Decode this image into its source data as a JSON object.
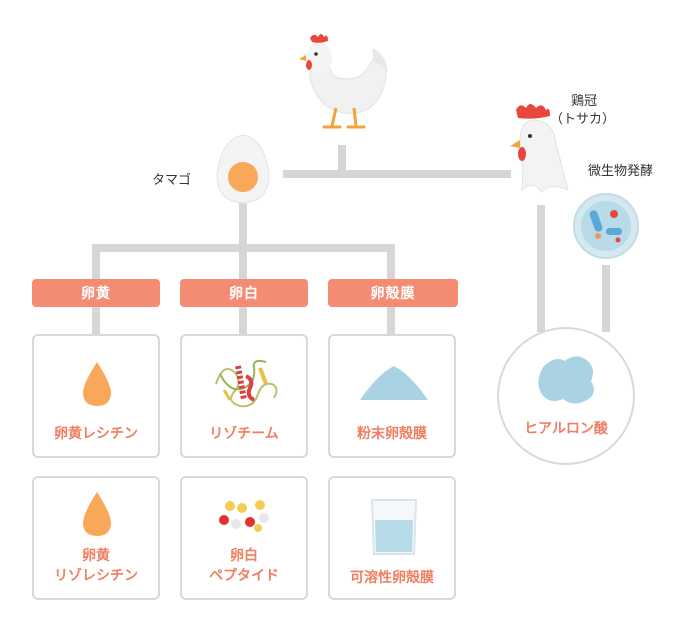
{
  "source": {
    "egg_label": "タマゴ",
    "comb_label_line1": "鶏冠",
    "comb_label_line2": "（トサカ）",
    "microbe_label": "微生物発酵"
  },
  "categories": [
    {
      "label": "卵黄"
    },
    {
      "label": "卵白"
    },
    {
      "label": "卵殻膜"
    }
  ],
  "products": [
    {
      "label": "卵黄レシチン",
      "icon": "orange-drop-icon"
    },
    {
      "label": "リゾチーム",
      "icon": "protein-structure-icon"
    },
    {
      "label": "粉末卵殻膜",
      "icon": "powder-pile-icon"
    },
    {
      "label": "卵黄\nリゾレシチン",
      "icon": "orange-drop-icon"
    },
    {
      "label": "卵白\nペプタイド",
      "icon": "peptide-beads-icon"
    },
    {
      "label": "可溶性卵殻膜",
      "icon": "water-beaker-icon"
    }
  ],
  "hyaluronic": {
    "label": "ヒアルロン酸",
    "icon": "blob-icon"
  },
  "colors": {
    "accent": "#f38c73",
    "accent_text": "#ef7f62",
    "line": "#d6d6d6",
    "card_border": "#d9d9d9"
  }
}
